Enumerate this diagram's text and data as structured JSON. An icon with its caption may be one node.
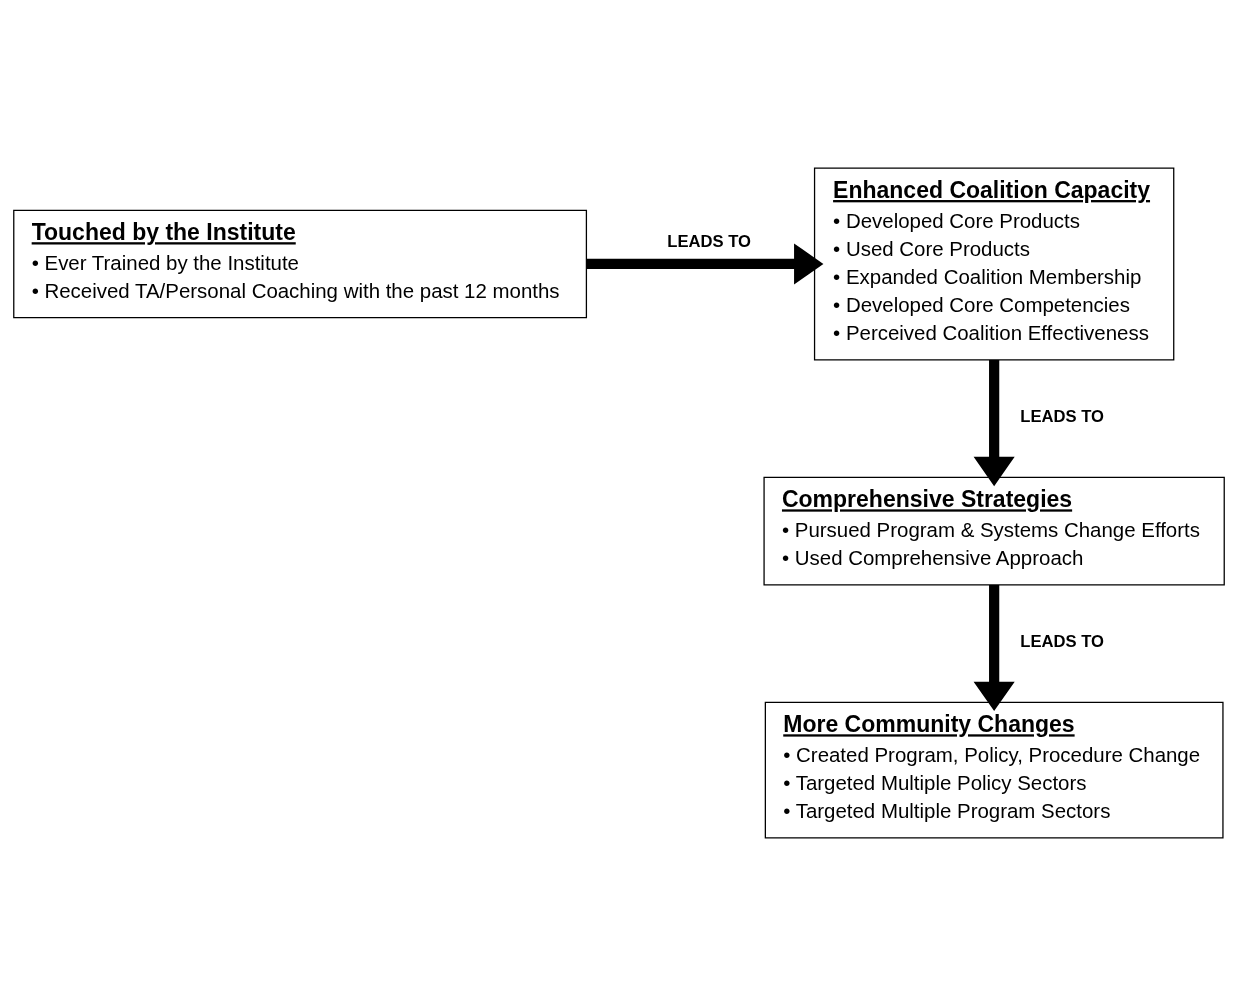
{
  "diagram": {
    "nodes": [
      {
        "text": [
          "Touched by the Institute",
          "• Ever Trained by the Institute",
          "• Received TA/Personal Coaching with the past 12 months"
        ]
      },
      {
        "text": [
          "Enhanced Coalition Capacity",
          "• Developed Core Products",
          "• Used Core Products",
          "• Expanded Coalition Membership",
          "• Developed Core Competencies",
          "• Perceived Coalition Effectiveness"
        ]
      },
      {
        "text": [
          "Comprehensive Strategies",
          "• Pursued Program & Systems Change Efforts",
          "• Used Comprehensive Approach"
        ]
      },
      {
        "text": [
          "More Community Changes",
          "• Created Program, Policy, Procedure Change",
          "• Targeted Multiple Policy Sectors",
          "• Targeted Multiple Program Sectors"
        ]
      }
    ],
    "edges": [
      {
        "from": 0,
        "to": 1,
        "arrow": "to",
        "label": "LEADS TO"
      },
      {
        "from": 1,
        "to": 2,
        "arrow": "to",
        "label": "LEADS TO"
      },
      {
        "from": 2,
        "to": 3,
        "arrow": "to",
        "label": "LEADS TO"
      }
    ]
  }
}
